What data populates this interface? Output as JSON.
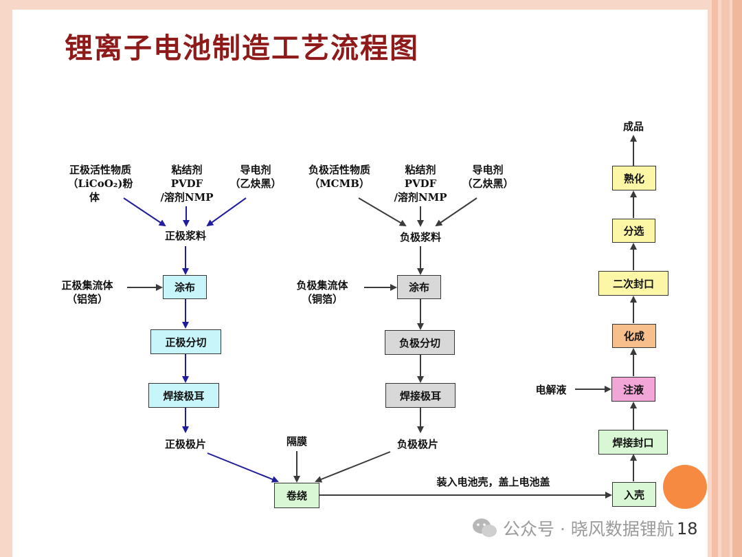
{
  "title": "锂离子电池制造工艺流程图",
  "page_number": "18",
  "watermark": "公众号 · 晓风数据锂航",
  "colors": {
    "title": "#8e1a1a",
    "arrow_blue": "#1f1d9c",
    "arrow_gray": "#3a3a3a",
    "accent_circle": "#f58a40"
  },
  "cathode": {
    "active_material": [
      "正极活性物质",
      "（LiCoO₂)粉",
      "体"
    ],
    "binder": [
      "粘结剂",
      "PVDF",
      "/溶剂NMP"
    ],
    "conductive": [
      "导电剂",
      "（乙炔黑）"
    ],
    "slurry": "正极浆料",
    "collector": [
      "正极集流体",
      "（铝箔）"
    ],
    "coating": "涂布",
    "slitting": "正极分切",
    "tab_welding": "焊接极耳",
    "plate": "正极极片"
  },
  "anode": {
    "active_material": [
      "负极活性物质",
      "（MCMB）"
    ],
    "binder": [
      "粘结剂",
      "PVDF",
      "/溶剂NMP"
    ],
    "conductive": [
      "导电剂",
      "（乙炔黑）"
    ],
    "slurry": "负极浆料",
    "collector": [
      "负极集流体",
      "（铜箔）"
    ],
    "coating": "涂布",
    "slitting": "负极分切",
    "tab_welding": "焊接极耳",
    "plate": "负极极片"
  },
  "separator": "隔膜",
  "winding": "卷绕",
  "casing_label": "装入电池壳，盖上电池盖",
  "assembly": {
    "casing": "入壳",
    "weld_seal": "焊接封口",
    "electrolyte": "电解液",
    "injection": "注液",
    "formation": "化成",
    "second_seal": "二次封口",
    "sorting": "分选",
    "aging": "熟化",
    "product": "成品"
  }
}
